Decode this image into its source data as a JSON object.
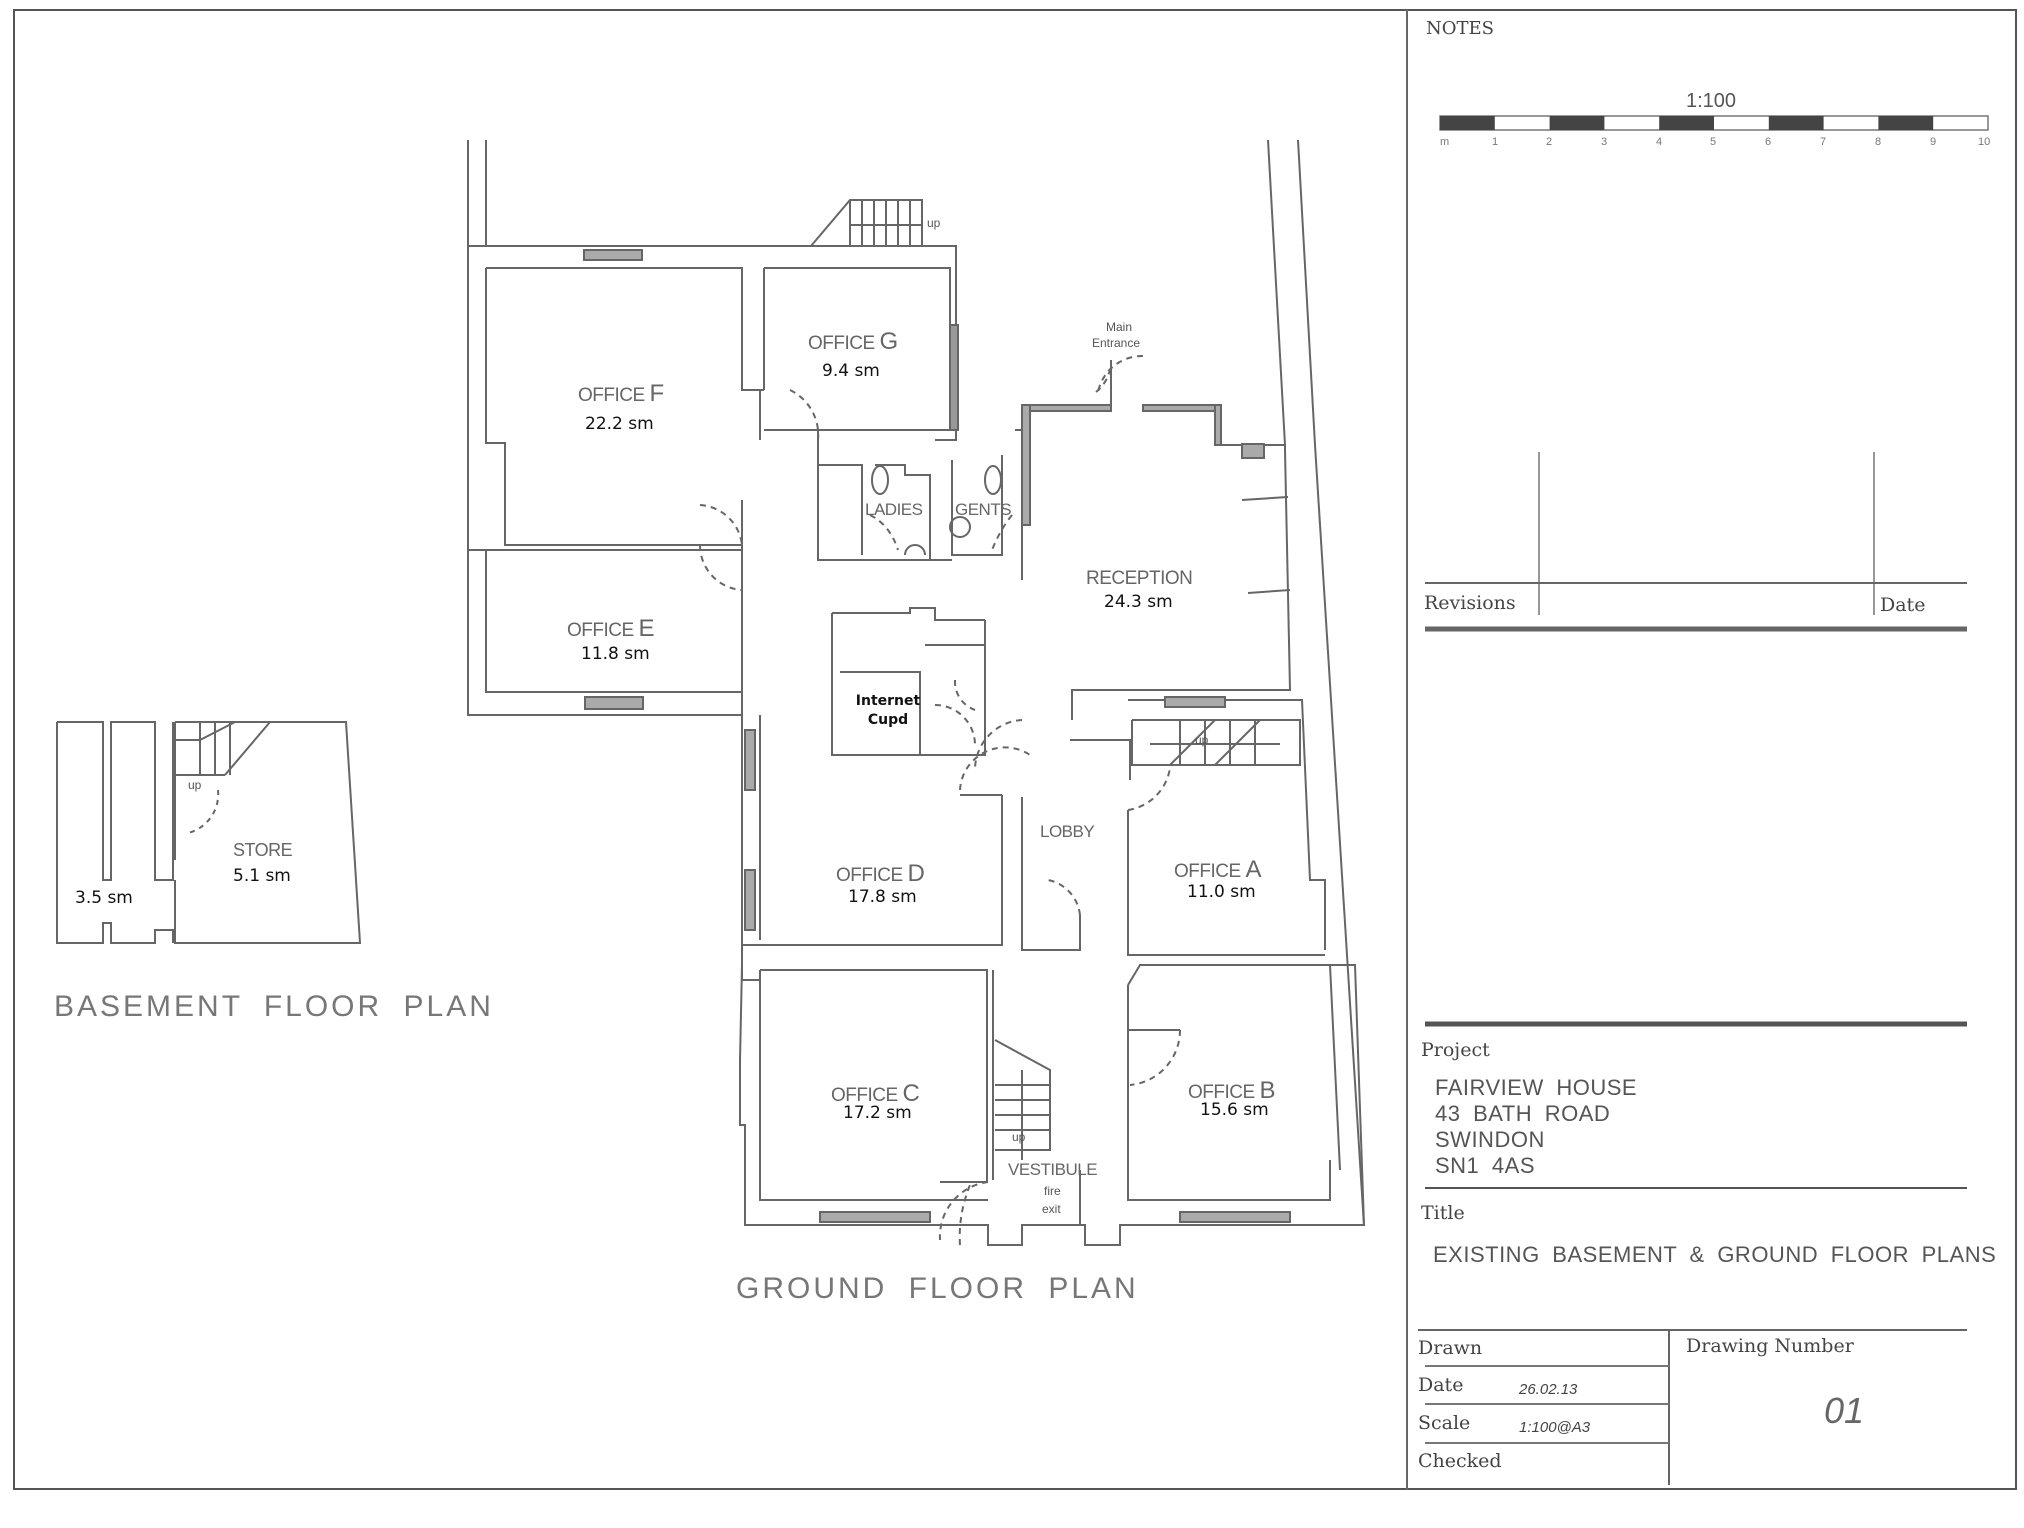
{
  "sheet": {
    "notes_label": "NOTES",
    "scale_bar": {
      "label": "1:100",
      "unit": "m",
      "ticks": [
        "1",
        "2",
        "3",
        "4",
        "5",
        "6",
        "7",
        "8",
        "9",
        "10"
      ]
    },
    "revisions": {
      "label": "Revisions",
      "date_label": "Date"
    },
    "project": {
      "label": "Project",
      "lines": [
        "FAIRVIEW HOUSE",
        "43 BATH ROAD",
        "SWINDON",
        "SN1 4AS"
      ]
    },
    "title": {
      "label": "Title",
      "value": "EXISTING BASEMENT & GROUND FLOOR PLANS"
    },
    "drawn": {
      "label": "Drawn",
      "value": ""
    },
    "date": {
      "label": "Date",
      "value": "26.02.13"
    },
    "scale": {
      "label": "Scale",
      "value": "1:100@A3"
    },
    "checked": {
      "label": "Checked",
      "value": ""
    },
    "drawing_number": {
      "label": "Drawing Number",
      "value": "01"
    }
  },
  "ground_floor": {
    "title": "GROUND FLOOR PLAN",
    "rooms": [
      {
        "id": "office-f",
        "prefix": "OFFICE",
        "letter": "F",
        "area": "22.2 sm"
      },
      {
        "id": "office-g",
        "prefix": "OFFICE",
        "letter": "G",
        "area": "9.4 sm"
      },
      {
        "id": "office-e",
        "prefix": "OFFICE",
        "letter": "E",
        "area": "11.8 sm"
      },
      {
        "id": "reception",
        "prefix": "RECEPTION",
        "letter": "",
        "area": "24.3 sm"
      },
      {
        "id": "office-d",
        "prefix": "OFFICE",
        "letter": "D",
        "area": "17.8 sm"
      },
      {
        "id": "office-a",
        "prefix": "OFFICE",
        "letter": "A",
        "area": "11.0 sm"
      },
      {
        "id": "office-c",
        "prefix": "OFFICE",
        "letter": "C",
        "area": "17.2 sm"
      },
      {
        "id": "office-b",
        "prefix": "OFFICE",
        "letter": "B",
        "area": "15.6 sm"
      }
    ],
    "labels": {
      "ladies": "LADIES",
      "gents": "GENTS",
      "lobby": "LOBBY",
      "vestibule": "VESTIBULE",
      "fire_exit_1": "fire",
      "fire_exit_2": "exit",
      "main_entrance_1": "Main",
      "main_entrance_2": "Entrance",
      "internet_cupd_1": "Internet",
      "internet_cupd_2": "Cupd",
      "stair_up": "up"
    }
  },
  "basement": {
    "title": "BASEMENT FLOOR PLAN",
    "rooms": [
      {
        "id": "store",
        "name": "STORE",
        "area": "5.1 sm"
      },
      {
        "id": "corridor",
        "name": "",
        "area": "3.5 sm"
      }
    ],
    "stair_up": "up"
  }
}
